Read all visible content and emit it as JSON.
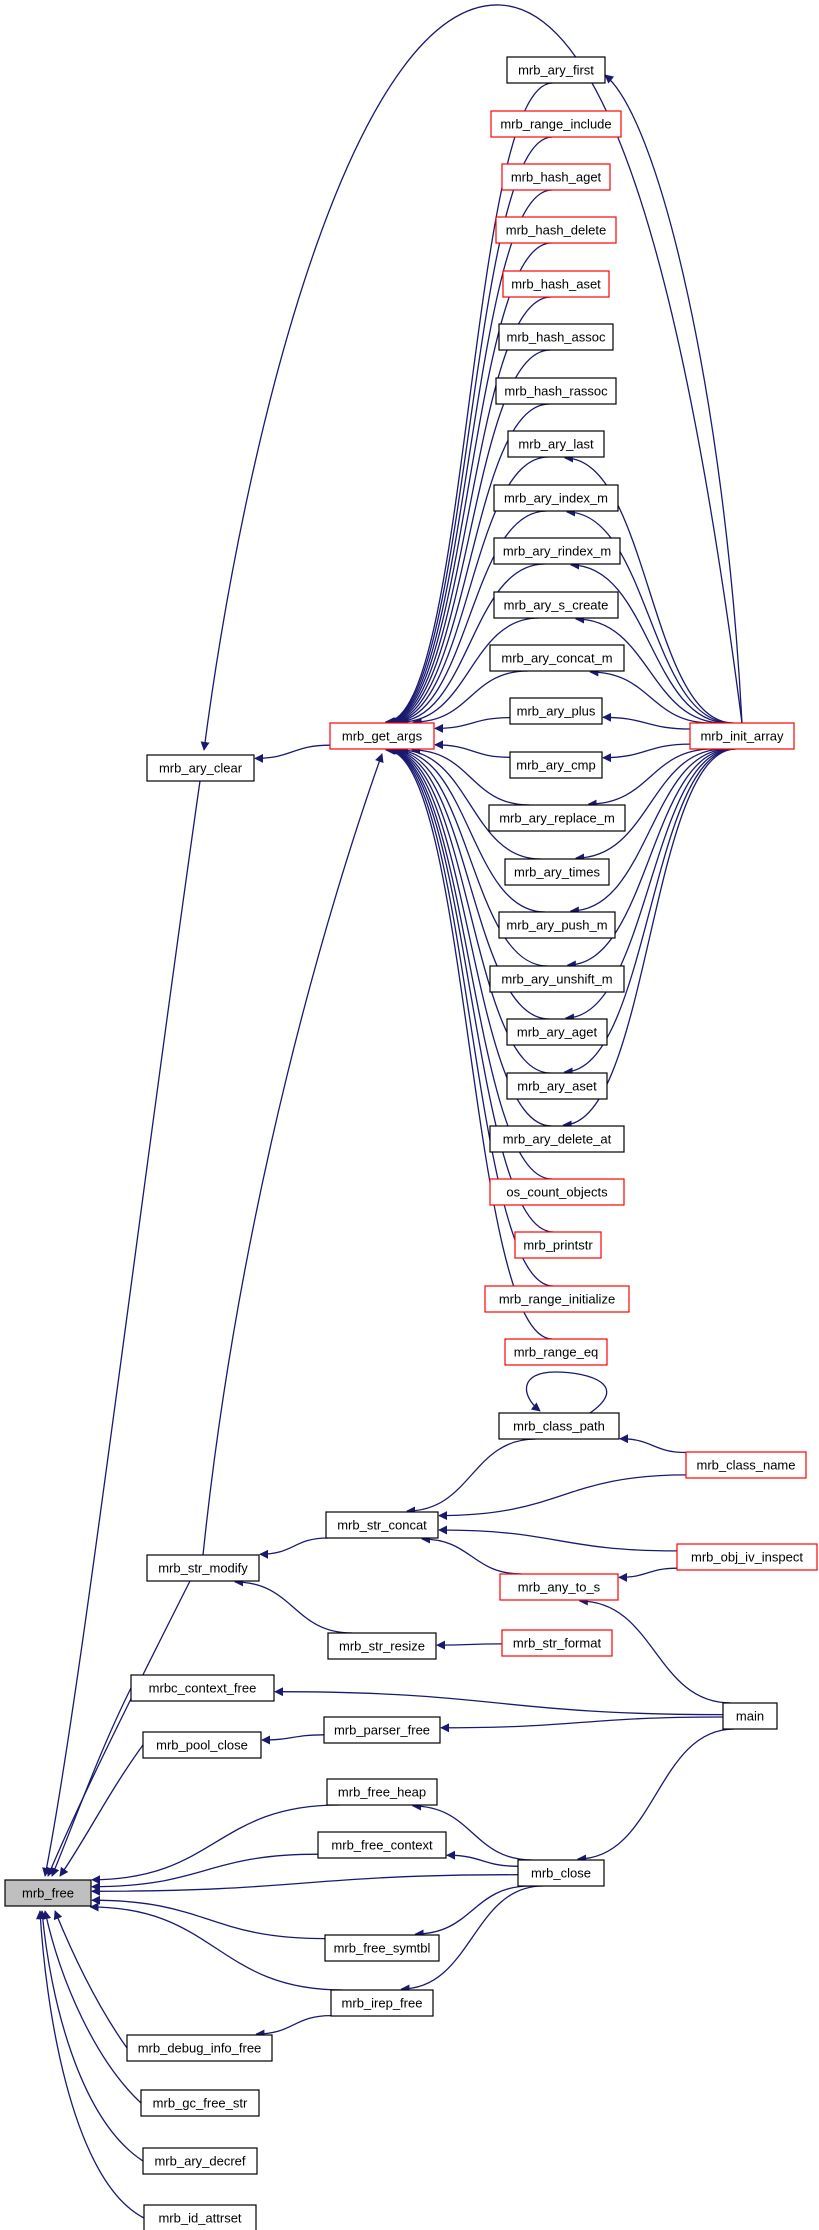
{
  "colors": {
    "edge": "#191970",
    "box_border": "#000000",
    "box_border_linked": "#ff0000",
    "focus_fill": "#bfbfbf",
    "background": "#ffffff"
  },
  "nodes": [
    {
      "id": "mrb_free",
      "label": "mrb_free",
      "focus": true
    },
    {
      "id": "mrb_ary_clear",
      "label": "mrb_ary_clear"
    },
    {
      "id": "mrb_str_modify",
      "label": "mrb_str_modify"
    },
    {
      "id": "mrbc_context_free",
      "label": "mrbc_context_free"
    },
    {
      "id": "mrb_pool_close",
      "label": "mrb_pool_close"
    },
    {
      "id": "mrb_debug_info_free",
      "label": "mrb_debug_info_free"
    },
    {
      "id": "mrb_gc_free_str",
      "label": "mrb_gc_free_str"
    },
    {
      "id": "mrb_ary_decref",
      "label": "mrb_ary_decref"
    },
    {
      "id": "mrb_id_attrset",
      "label": "mrb_id_attrset"
    },
    {
      "id": "mrb_get_args",
      "label": "mrb_get_args",
      "red": true
    },
    {
      "id": "mrb_str_concat",
      "label": "mrb_str_concat"
    },
    {
      "id": "mrb_str_resize",
      "label": "mrb_str_resize"
    },
    {
      "id": "mrb_parser_free",
      "label": "mrb_parser_free"
    },
    {
      "id": "mrb_free_heap",
      "label": "mrb_free_heap"
    },
    {
      "id": "mrb_free_context",
      "label": "mrb_free_context"
    },
    {
      "id": "mrb_free_symtbl",
      "label": "mrb_free_symtbl"
    },
    {
      "id": "mrb_irep_free",
      "label": "mrb_irep_free"
    },
    {
      "id": "mrb_ary_first",
      "label": "mrb_ary_first"
    },
    {
      "id": "mrb_range_include",
      "label": "mrb_range_include",
      "red": true
    },
    {
      "id": "mrb_hash_aget",
      "label": "mrb_hash_aget",
      "red": true
    },
    {
      "id": "mrb_hash_delete",
      "label": "mrb_hash_delete",
      "red": true
    },
    {
      "id": "mrb_hash_aset",
      "label": "mrb_hash_aset",
      "red": true
    },
    {
      "id": "mrb_hash_assoc",
      "label": "mrb_hash_assoc"
    },
    {
      "id": "mrb_hash_rassoc",
      "label": "mrb_hash_rassoc"
    },
    {
      "id": "mrb_ary_last",
      "label": "mrb_ary_last"
    },
    {
      "id": "mrb_ary_index_m",
      "label": "mrb_ary_index_m"
    },
    {
      "id": "mrb_ary_rindex_m",
      "label": "mrb_ary_rindex_m"
    },
    {
      "id": "mrb_ary_s_create",
      "label": "mrb_ary_s_create"
    },
    {
      "id": "mrb_ary_concat_m",
      "label": "mrb_ary_concat_m"
    },
    {
      "id": "mrb_ary_plus",
      "label": "mrb_ary_plus"
    },
    {
      "id": "mrb_ary_cmp",
      "label": "mrb_ary_cmp"
    },
    {
      "id": "mrb_ary_replace_m",
      "label": "mrb_ary_replace_m"
    },
    {
      "id": "mrb_ary_times",
      "label": "mrb_ary_times"
    },
    {
      "id": "mrb_ary_push_m",
      "label": "mrb_ary_push_m"
    },
    {
      "id": "mrb_ary_unshift_m",
      "label": "mrb_ary_unshift_m"
    },
    {
      "id": "mrb_ary_aget",
      "label": "mrb_ary_aget"
    },
    {
      "id": "mrb_ary_aset",
      "label": "mrb_ary_aset"
    },
    {
      "id": "mrb_ary_delete_at",
      "label": "mrb_ary_delete_at"
    },
    {
      "id": "os_count_objects",
      "label": "os_count_objects",
      "red": true
    },
    {
      "id": "mrb_printstr",
      "label": "mrb_printstr",
      "red": true
    },
    {
      "id": "mrb_range_initialize",
      "label": "mrb_range_initialize",
      "red": true
    },
    {
      "id": "mrb_range_eq",
      "label": "mrb_range_eq",
      "red": true
    },
    {
      "id": "mrb_class_path",
      "label": "mrb_class_path"
    },
    {
      "id": "mrb_any_to_s",
      "label": "mrb_any_to_s",
      "red": true
    },
    {
      "id": "mrb_str_format",
      "label": "mrb_str_format",
      "red": true
    },
    {
      "id": "mrb_close",
      "label": "mrb_close"
    },
    {
      "id": "mrb_init_array",
      "label": "mrb_init_array",
      "red": true
    },
    {
      "id": "mrb_class_name",
      "label": "mrb_class_name",
      "red": true
    },
    {
      "id": "mrb_obj_iv_inspect",
      "label": "mrb_obj_iv_inspect",
      "red": true
    },
    {
      "id": "main",
      "label": "main"
    }
  ],
  "edges": [
    [
      "mrb_ary_clear",
      "mrb_free"
    ],
    [
      "mrb_str_modify",
      "mrb_free"
    ],
    [
      "mrbc_context_free",
      "mrb_free"
    ],
    [
      "mrb_pool_close",
      "mrb_free"
    ],
    [
      "mrb_debug_info_free",
      "mrb_free"
    ],
    [
      "mrb_gc_free_str",
      "mrb_free"
    ],
    [
      "mrb_ary_decref",
      "mrb_free"
    ],
    [
      "mrb_id_attrset",
      "mrb_free"
    ],
    [
      "mrb_free_heap",
      "mrb_free"
    ],
    [
      "mrb_free_context",
      "mrb_free"
    ],
    [
      "mrb_close",
      "mrb_free"
    ],
    [
      "mrb_free_symtbl",
      "mrb_free"
    ],
    [
      "mrb_irep_free",
      "mrb_free"
    ],
    [
      "mrb_get_args",
      "mrb_ary_clear"
    ],
    [
      "mrb_str_concat",
      "mrb_str_modify"
    ],
    [
      "mrb_str_resize",
      "mrb_str_modify"
    ],
    [
      "main",
      "mrbc_context_free"
    ],
    [
      "mrb_parser_free",
      "mrb_pool_close"
    ],
    [
      "mrb_irep_free",
      "mrb_debug_info_free"
    ],
    [
      "mrb_str_modify",
      "mrb_get_args"
    ],
    [
      "mrb_ary_first",
      "mrb_get_args"
    ],
    [
      "mrb_range_include",
      "mrb_get_args"
    ],
    [
      "mrb_hash_aget",
      "mrb_get_args"
    ],
    [
      "mrb_hash_delete",
      "mrb_get_args"
    ],
    [
      "mrb_hash_aset",
      "mrb_get_args"
    ],
    [
      "mrb_hash_assoc",
      "mrb_get_args"
    ],
    [
      "mrb_hash_rassoc",
      "mrb_get_args"
    ],
    [
      "mrb_ary_last",
      "mrb_get_args"
    ],
    [
      "mrb_ary_index_m",
      "mrb_get_args"
    ],
    [
      "mrb_ary_rindex_m",
      "mrb_get_args"
    ],
    [
      "mrb_ary_s_create",
      "mrb_get_args"
    ],
    [
      "mrb_ary_concat_m",
      "mrb_get_args"
    ],
    [
      "mrb_ary_plus",
      "mrb_get_args"
    ],
    [
      "mrb_ary_cmp",
      "mrb_get_args"
    ],
    [
      "mrb_ary_replace_m",
      "mrb_get_args"
    ],
    [
      "mrb_ary_times",
      "mrb_get_args"
    ],
    [
      "mrb_ary_push_m",
      "mrb_get_args"
    ],
    [
      "mrb_ary_unshift_m",
      "mrb_get_args"
    ],
    [
      "mrb_ary_aget",
      "mrb_get_args"
    ],
    [
      "mrb_ary_aset",
      "mrb_get_args"
    ],
    [
      "mrb_ary_delete_at",
      "mrb_get_args"
    ],
    [
      "os_count_objects",
      "mrb_get_args"
    ],
    [
      "mrb_printstr",
      "mrb_get_args"
    ],
    [
      "mrb_range_initialize",
      "mrb_get_args"
    ],
    [
      "mrb_range_eq",
      "mrb_get_args"
    ],
    [
      "mrb_class_path",
      "mrb_str_concat"
    ],
    [
      "mrb_class_name",
      "mrb_str_concat"
    ],
    [
      "mrb_any_to_s",
      "mrb_str_concat"
    ],
    [
      "mrb_obj_iv_inspect",
      "mrb_str_concat"
    ],
    [
      "mrb_str_format",
      "mrb_str_resize"
    ],
    [
      "main",
      "mrb_parser_free"
    ],
    [
      "mrb_close",
      "mrb_free_heap"
    ],
    [
      "mrb_close",
      "mrb_free_context"
    ],
    [
      "mrb_close",
      "mrb_free_symtbl"
    ],
    [
      "mrb_close",
      "mrb_irep_free"
    ],
    [
      "mrb_init_array",
      "mrb_ary_clear"
    ],
    [
      "mrb_init_array",
      "mrb_ary_first"
    ],
    [
      "mrb_init_array",
      "mrb_ary_last"
    ],
    [
      "mrb_init_array",
      "mrb_ary_index_m"
    ],
    [
      "mrb_init_array",
      "mrb_ary_rindex_m"
    ],
    [
      "mrb_init_array",
      "mrb_ary_s_create"
    ],
    [
      "mrb_init_array",
      "mrb_ary_concat_m"
    ],
    [
      "mrb_init_array",
      "mrb_ary_plus"
    ],
    [
      "mrb_init_array",
      "mrb_ary_cmp"
    ],
    [
      "mrb_init_array",
      "mrb_ary_replace_m"
    ],
    [
      "mrb_init_array",
      "mrb_ary_times"
    ],
    [
      "mrb_init_array",
      "mrb_ary_push_m"
    ],
    [
      "mrb_init_array",
      "mrb_ary_unshift_m"
    ],
    [
      "mrb_init_array",
      "mrb_ary_aget"
    ],
    [
      "mrb_init_array",
      "mrb_ary_aset"
    ],
    [
      "mrb_init_array",
      "mrb_ary_delete_at"
    ],
    [
      "mrb_class_path",
      "mrb_class_path"
    ],
    [
      "mrb_class_name",
      "mrb_class_path"
    ],
    [
      "mrb_obj_iv_inspect",
      "mrb_any_to_s"
    ],
    [
      "main",
      "mrb_any_to_s"
    ],
    [
      "main",
      "mrb_close"
    ]
  ]
}
